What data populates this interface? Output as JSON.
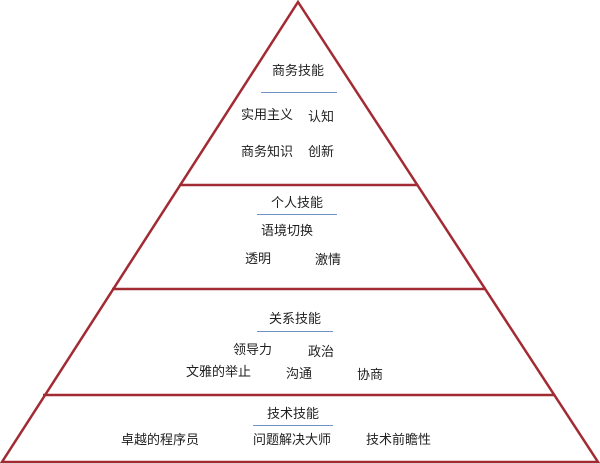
{
  "colors": {
    "outline": "#a22a33",
    "heading_rule": "#6f92c7",
    "fill": "#ffffff"
  },
  "tiers": [
    {
      "title": "商务技能",
      "items": [
        "实用主义",
        "认知",
        "商务知识",
        "创新"
      ]
    },
    {
      "title": "个人技能",
      "items": [
        "语境切换",
        "透明",
        "激情"
      ]
    },
    {
      "title": "关系技能",
      "items": [
        "领导力",
        "政治",
        "文雅的举止",
        "沟通",
        "协商"
      ]
    },
    {
      "title": "技术技能",
      "items": [
        "卓越的程序员",
        "问题解决大师",
        "技术前瞻性"
      ]
    }
  ]
}
